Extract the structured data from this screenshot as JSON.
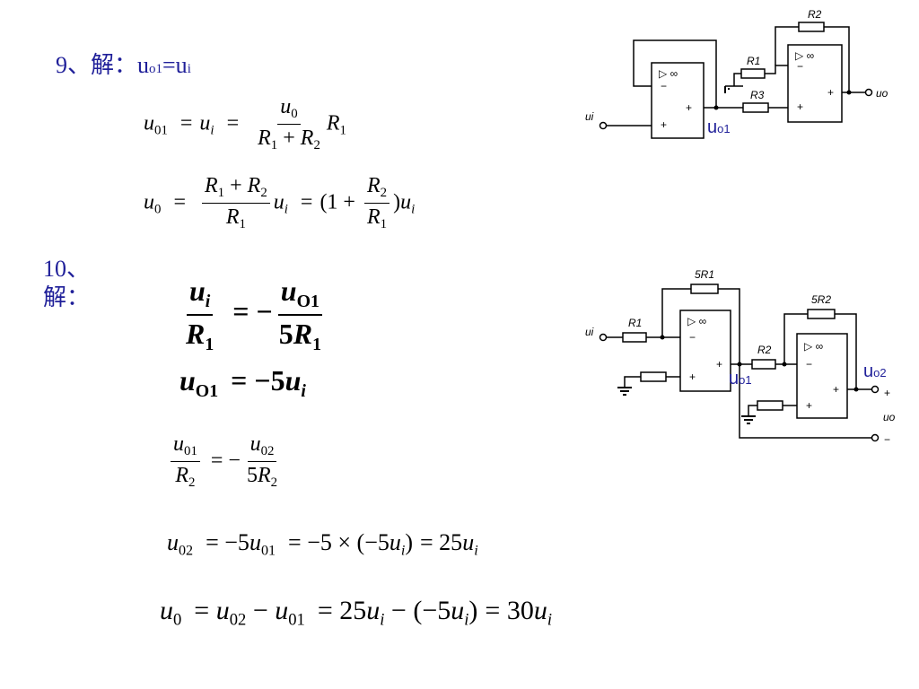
{
  "p9": {
    "heading_num": "9、解：",
    "heading_eq_lhs": "u",
    "heading_eq_lhs_sub": "o1",
    "heading_eq_mid": "=u",
    "heading_eq_rhs_sub": "i",
    "circuit_labels": {
      "R2": "R2",
      "R1": "R1",
      "R3": "R3",
      "ui": "ui",
      "uo": "uo",
      "amp_sym": "▷ ∞",
      "minus": "−",
      "plus": "+",
      "uo1": "u",
      "uo1_sub": "o1"
    }
  },
  "p10": {
    "heading_num": "10、",
    "heading_sol": "解：",
    "circuit_labels": {
      "5R1": "5R1",
      "5R2": "5R2",
      "R1": "R1",
      "R2": "R2",
      "ui": "ui",
      "uo": "uo",
      "amp_sym": "▷ ∞",
      "minus": "−",
      "plus": "+",
      "uo1": "u",
      "uo1_sub": "o1",
      "uo2": "u",
      "uo2_sub": "o2",
      "out_plus": "+",
      "out_minus": "−"
    }
  }
}
